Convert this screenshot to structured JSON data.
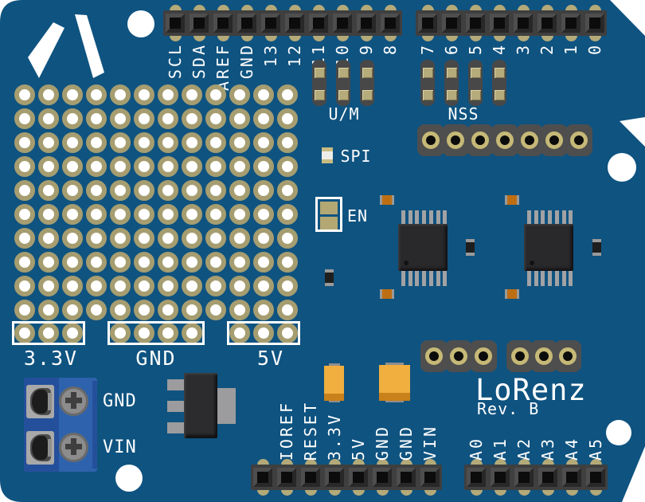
{
  "board": {
    "title": "LoRenz",
    "revision": "Rev. B"
  },
  "colors": {
    "pcb_blue": "#0F5380",
    "silkscreen_white": "#FFFFFF",
    "pad_gold": "#B4AA79",
    "ring_gold": "#C6B977",
    "proto_ring": "#A69D70",
    "header_body": "#3F3F3F",
    "pin_header_body": "#484848",
    "terminal_blue": "#2E62AC",
    "terminal_blue_dark": "#24509B",
    "cap_orange": "#F0AF3E",
    "cap_band": "#C8811B",
    "smd_brown": "#BE6E12",
    "ic_black": "#29292B",
    "lead_gray": "#9C9C9E"
  },
  "headers": {
    "top_left": {
      "labels": [
        "SCL",
        "SDA",
        "AREF",
        "GND",
        "13",
        "12",
        "11",
        "10",
        "9",
        "8"
      ]
    },
    "top_right": {
      "labels": [
        "7",
        "6",
        "5",
        "4",
        "3",
        "2",
        "1",
        "0"
      ]
    },
    "bottom_power": {
      "labels": [
        "",
        "IOREF",
        "RESET",
        "3.3V",
        "5V",
        "GND",
        "GND",
        "VIN"
      ]
    },
    "bottom_analog": {
      "labels": [
        "A0",
        "A1",
        "A2",
        "A3",
        "A4",
        "A5"
      ]
    }
  },
  "jumpers": {
    "um_label": "U/M",
    "nss_label": "NSS",
    "spi_label": "SPI",
    "en_label": "EN"
  },
  "power_rails": {
    "labels": [
      "3.3V",
      "GND",
      "5V"
    ]
  },
  "terminal_block": {
    "labels": [
      "GND",
      "VIN"
    ]
  },
  "proto_grid": {
    "columns": 12,
    "rows": 10
  }
}
